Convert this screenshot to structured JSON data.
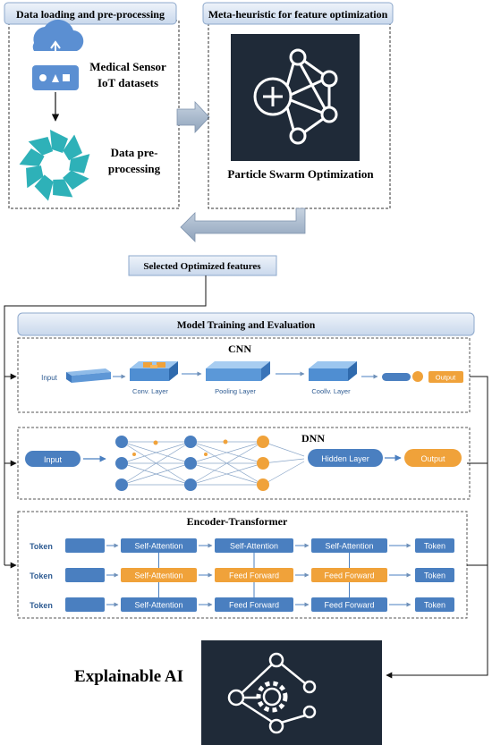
{
  "stage1": {
    "title": "Data loading and pre-processing",
    "sensor_label_line1": "Medical Sensor",
    "sensor_label_line2": "IoT datasets",
    "preprocess_label_line1": "Data pre-",
    "preprocess_label_line2": "processing"
  },
  "stage2": {
    "title": "Meta-heuristic for feature optimization",
    "pso_label": "Particle Swarm Optimization"
  },
  "selected_features": "Selected Optimized features",
  "training": {
    "title": "Model Training and Evaluation",
    "cnn": {
      "title": "CNN",
      "input": "Input",
      "conv": "Conv. Layer",
      "pool": "Pooling Layer",
      "coollv": "Coollv. Layer",
      "output": "Output"
    },
    "dnn": {
      "title": "DNN",
      "input": "Input",
      "hidden": "Hidden Layer",
      "output": "Output"
    },
    "transformer": {
      "title": "Encoder-Transformer",
      "rows": [
        {
          "token": "Token",
          "c1": "Self-Attention",
          "c2": "Self-Attention",
          "c3": "Self-Attention",
          "out": "Token"
        },
        {
          "token": "Token",
          "c1": "Self-Attention",
          "c2": "Feed Forward",
          "c3": "Feed Forward",
          "out": "Token"
        },
        {
          "token": "Token",
          "c1": "Self-Attention",
          "c2": "Feed Forward",
          "c3": "Feed Forward",
          "out": "Token"
        }
      ]
    }
  },
  "xai_label": "Explainable AI",
  "colors": {
    "header_fill": "#dbe6f4",
    "header_stroke": "#8ea9cc",
    "teal": "#2eb1b8",
    "iot_blue": "#5b8fd2",
    "dark_panel": "#1f2a38",
    "flow_blue": "#4a7fc0",
    "orange": "#f0a23a",
    "arrow_grey": "#9fb1c6"
  }
}
